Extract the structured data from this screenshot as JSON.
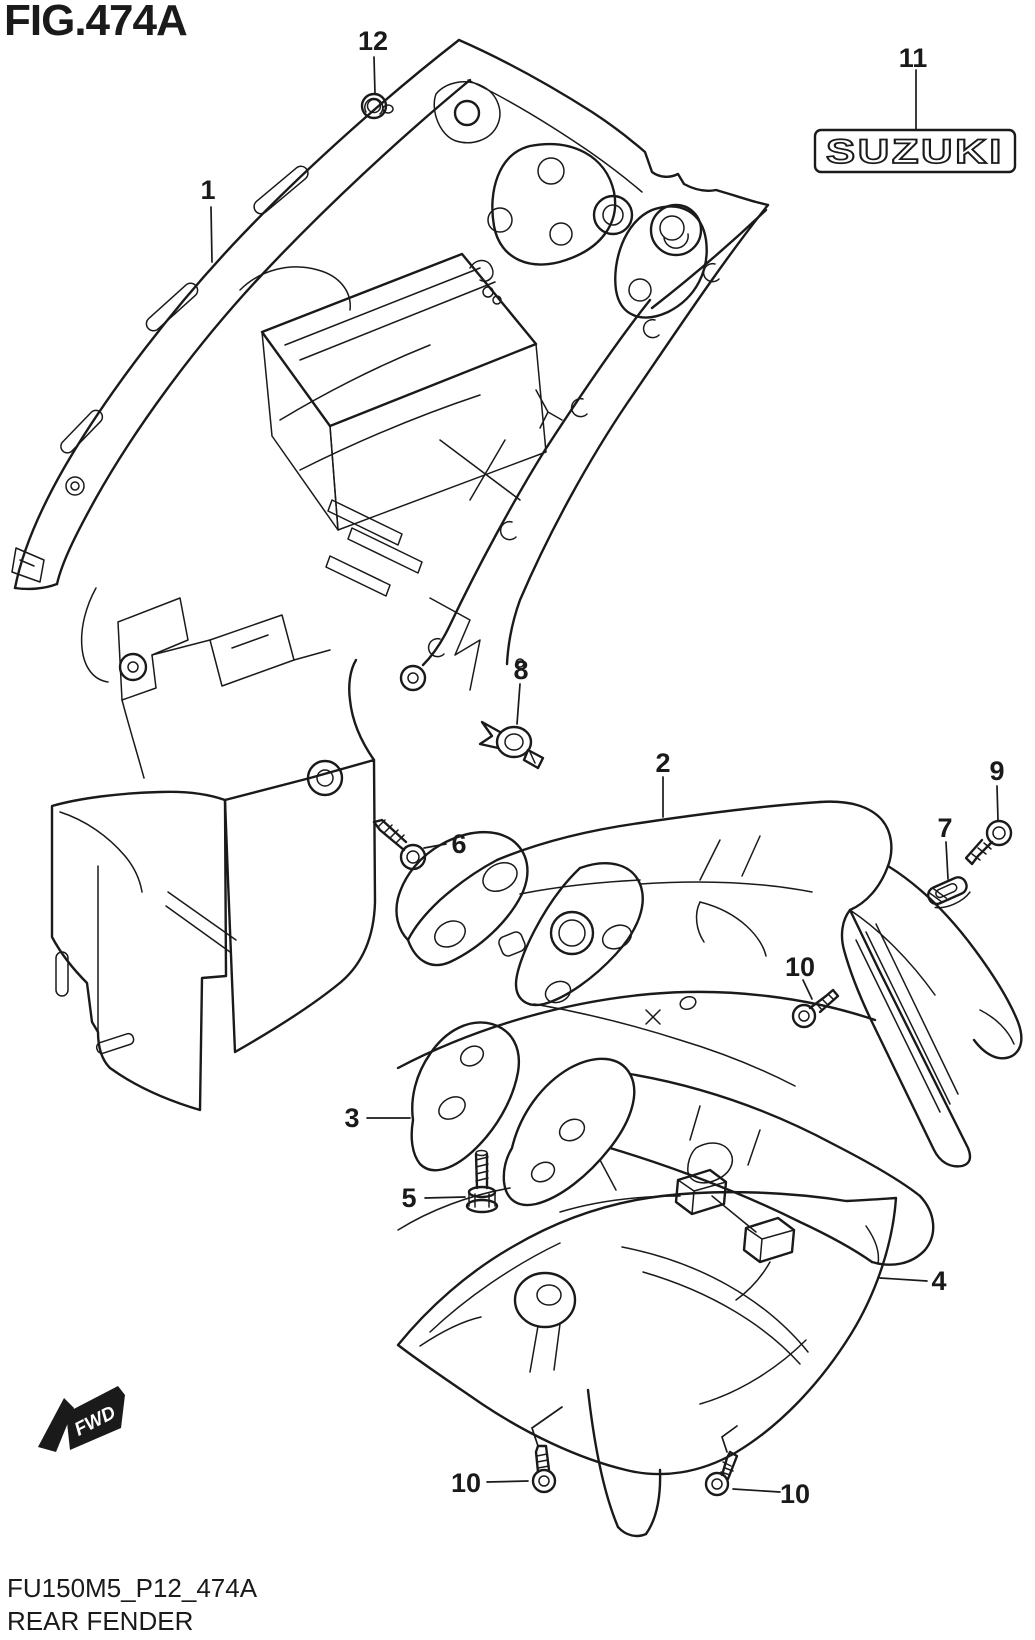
{
  "figure": {
    "title": "FIG.474A",
    "code": "FU150M5_P12_474A",
    "name": "REAR FENDER"
  },
  "emblem": {
    "text": "SUZUKI"
  },
  "fwd": {
    "label": "FWD"
  },
  "callouts": {
    "c1": {
      "label": "1"
    },
    "c2": {
      "label": "2"
    },
    "c3": {
      "label": "3"
    },
    "c4": {
      "label": "4"
    },
    "c5": {
      "label": "5"
    },
    "c6": {
      "label": "6"
    },
    "c7": {
      "label": "7"
    },
    "c8": {
      "label": "8"
    },
    "c9": {
      "label": "9"
    },
    "c10a": {
      "label": "10"
    },
    "c10b": {
      "label": "10"
    },
    "c10c": {
      "label": "10"
    },
    "c11": {
      "label": "11"
    },
    "c12": {
      "label": "12"
    }
  },
  "colors": {
    "ink": "#1a1a1a",
    "paper": "#ffffff"
  }
}
